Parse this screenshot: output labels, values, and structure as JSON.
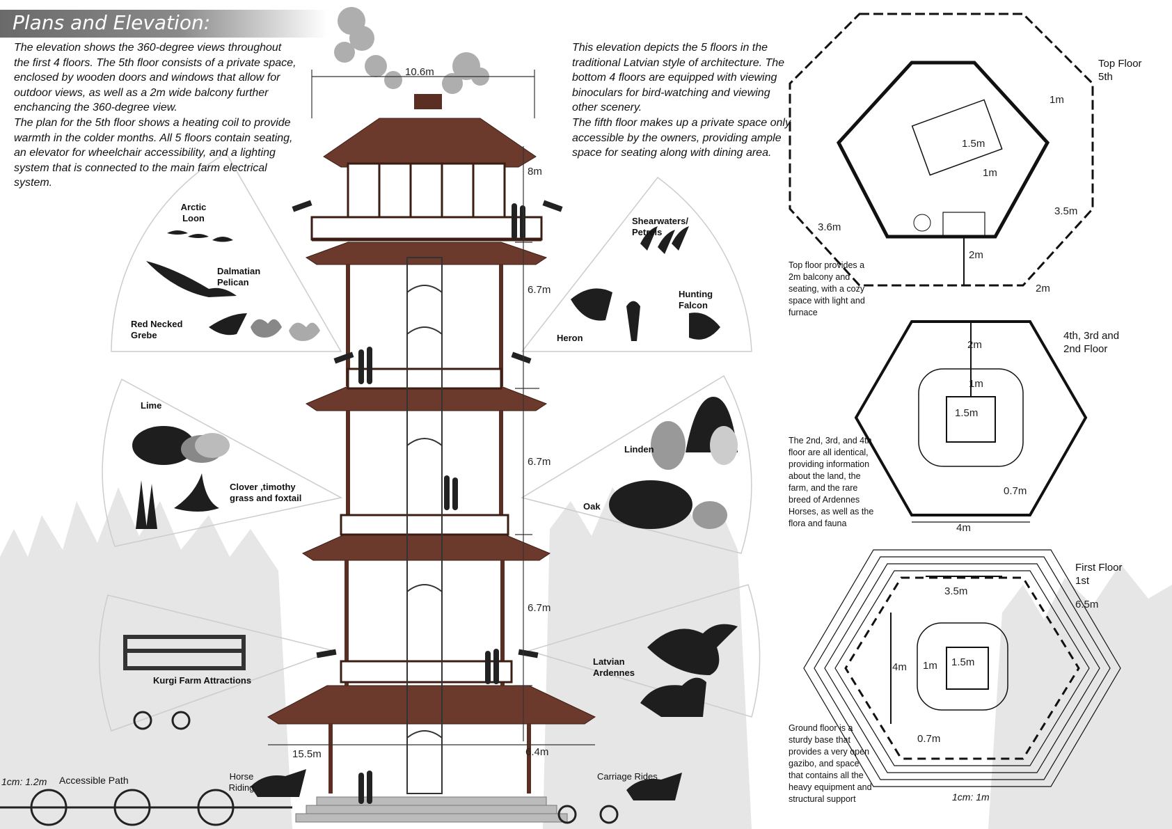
{
  "header": {
    "title": "Plans and Elevation:"
  },
  "left_paragraph": [
    "The elevation shows the 360-degree views throughout the first 4 floors. The 5th floor consists of a private space, enclosed by wooden doors and windows that allow for outdoor views, as well as a 2m wide balcony further enchancing the 360-degree view.",
    "The plan for the 5th floor shows a heating coil to provide warmth in the colder months. All 5 floors contain seating, an elevator for wheelchair accessibility, and a lighting system that is connected to the main farm electrical system."
  ],
  "center_paragraph": [
    "This elevation depicts the 5 floors in the traditional Latvian style of architecture. The bottom 4 floors are equipped with viewing binoculars for bird-watching and viewing other scenery.",
    "The fifth floor makes up a private space only accessible by the owners, providing ample space for seating along with dining area."
  ],
  "elevation": {
    "dims": {
      "width_top": "10.6m",
      "floor5": "8m",
      "floor4": "6.7m",
      "floor3": "6.7m",
      "floor2": "6.7m",
      "base_left": "15.5m",
      "base_right": "6.4m"
    },
    "scale": "1cm: 1.2m",
    "path_label": "Accessible Path",
    "horse_riding": "Horse Riding",
    "carriage_rides": "Carriage Rides"
  },
  "wedges": {
    "birds_left": {
      "arctic_loon": "Arctic Loon",
      "dalmatian_pelican": "Dalmatian Pelican",
      "red_necked_grebe": "Red Necked Grebe"
    },
    "birds_right": {
      "shearwaters": "Shearwaters/ Petrels",
      "hunting_falcon": "Hunting Falcon",
      "heron": "Heron"
    },
    "plants_left": {
      "lime": "Lime",
      "clover": "Clover ,timothy grass and foxtail"
    },
    "plants_right": {
      "linden": "Linden",
      "oak": "Oak"
    },
    "farm_left": {
      "kurgi": "Kurgi Farm Attractions"
    },
    "farm_right": {
      "ardennes": "Latvian Ardennes"
    }
  },
  "plans": {
    "top": {
      "label": "Top Floor 5th",
      "note": "Top floor provides a 2m balcony and seating, with a cozy space with light and furnace",
      "dims": {
        "d1": "1m",
        "d2": "1.5m",
        "d3": "1m",
        "d4": "3.5m",
        "d5": "3.6m",
        "d6": "2m",
        "d7": "2m"
      }
    },
    "middle": {
      "label": "4th, 3rd and 2nd Floor",
      "note": "The 2nd, 3rd, and 4th floor are all identical, providing information about the land, the farm, and the rare breed of Ardennes Horses, as well as the flora and fauna",
      "dims": {
        "d1": "2m",
        "d2": "1m",
        "d3": "1.5m",
        "d4": "0.7m",
        "d5": "4m"
      }
    },
    "first": {
      "label": "First Floor 1st",
      "note": "Ground floor is a sturdy base that provides a very open gazibo, and space that contains all the heavy equipment and structural support",
      "dims": {
        "d1": "3.5m",
        "d2": "6.5m",
        "d3": "4m",
        "d4": "1m",
        "d5": "1.5m",
        "d6": "0.7m"
      },
      "scale": "1cm: 1m"
    }
  }
}
